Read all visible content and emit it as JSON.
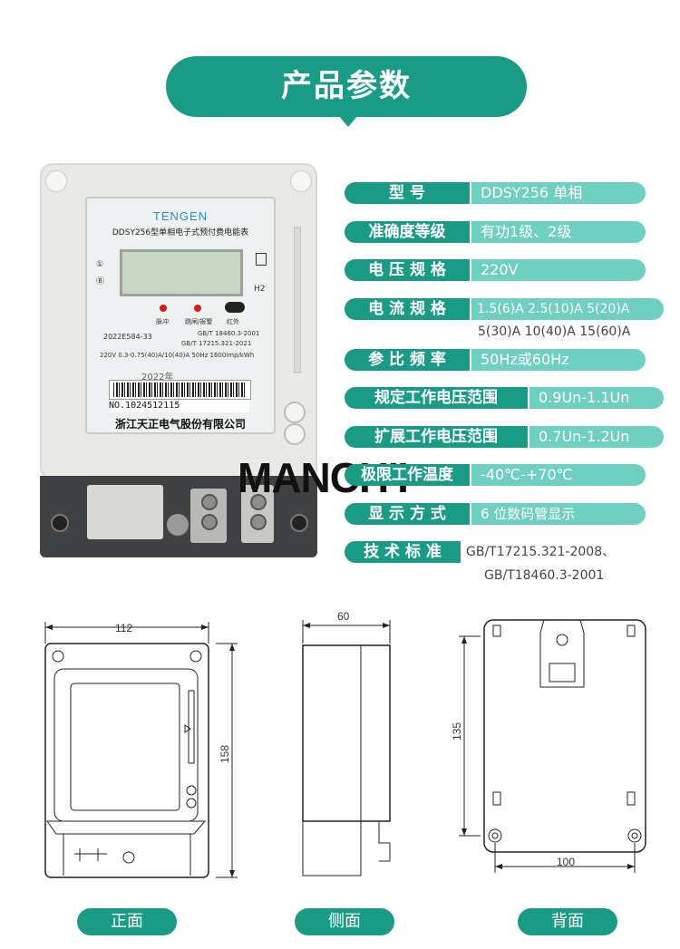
{
  "header": {
    "title": "产品参数"
  },
  "meter": {
    "brand": "TENGEN",
    "model_line": "DDSY256型单相电子式预付费电能表",
    "marker1": "①",
    "marker2": "Ⓑ",
    "h2_label": "H2",
    "pulse_label": "脉冲",
    "trip_label": "跳闸/报警",
    "ir_label": "红外",
    "pa_code": "2022E584-33",
    "std_line1": "GB/T 18460.3-2001",
    "std_line2": "GB/T 17215.321-2021",
    "rating": "220V  0.3-0.75(40)A/10(40)A  50Hz  1600imp/kWh",
    "year": "2022年",
    "serial": "NO.1024512115",
    "company": "浙江天正电气股份有限公司",
    "watermark": "MANCH'I"
  },
  "specs": [
    {
      "label": "型          号",
      "value": "DDSY256  单相"
    },
    {
      "label": "准确度等级",
      "value": "有功1级、2级"
    },
    {
      "label": "电 压 规 格",
      "value": "220V"
    },
    {
      "label": "电 流 规 格",
      "value": "1.5(6)A 2.5(10)A 5(20)A",
      "extra": "5(30)A 10(40)A 15(60)A"
    },
    {
      "label": "参 比 频 率",
      "value": "50Hz或60Hz"
    },
    {
      "label": "规定工作电压范围",
      "value": "0.9Un-1.1Un"
    },
    {
      "label": "扩展工作电压范围",
      "value": "0.7Un-1.2Un"
    },
    {
      "label": "极限工作温度",
      "value": "-40℃-+70℃"
    },
    {
      "label": "显 示 方 式",
      "value": "6 位数码管显示"
    },
    {
      "label": "技 术 标 准",
      "value": "GB/T17215.321-2008、",
      "extra": "GB/T18460.3-2001"
    }
  ],
  "dimensions": {
    "front_width": "112",
    "front_height": "158",
    "side_depth": "60",
    "back_height": "135",
    "back_width": "100"
  },
  "views": {
    "front": "正面",
    "side": "侧面",
    "back": "背面"
  },
  "colors": {
    "primary": "#1a9b86",
    "light": "#6fcfc0"
  }
}
